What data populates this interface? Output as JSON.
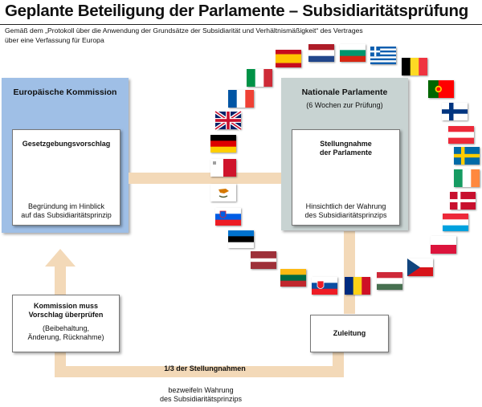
{
  "title": "Geplante Beteiligung der Parlamente – Subsidiaritätsprüfung",
  "subtitle_line1": "Gemäß dem „Protokoll über die Anwendung der Grundsätze der Subsidiarität und Verhältnismäßigkeit“ des Vertrages",
  "subtitle_line2": "über eine Verfassung für Europa",
  "commission": {
    "title": "Europäische Kommission",
    "proposal_title": "Gesetzgebungsvorschlag",
    "proposal_note_line1": "Begründung im Hinblick",
    "proposal_note_line2": "auf das Subsidiaritätsprinzip"
  },
  "parliaments": {
    "title": "Nationale Parlamente",
    "note": "(6 Wochen zur Prüfung)",
    "statement_line1": "Stellungnahme",
    "statement_line2": "der Parlamente",
    "statement_note_line1": "Hinsichtlich der Wahrung",
    "statement_note_line2": "des Subsidiaritätsprinzips"
  },
  "review": {
    "line1": "Kommission muss",
    "line2": "Vorschlag überprüfen",
    "line3": "(Beibehaltung,",
    "line4": "Änderung, Rücknahme)"
  },
  "forward": {
    "label": "Zuleitung"
  },
  "threshold": {
    "label": "1/3 der Stellungnahmen"
  },
  "doubt": {
    "line1": "bezweifeln Wahrung",
    "line2": "des Subsidiaritätsprinzips"
  },
  "colors": {
    "commission_blue": "#9fbfe6",
    "parliament_grey": "#c8d3d2",
    "arrow": "#f3d9b8"
  }
}
